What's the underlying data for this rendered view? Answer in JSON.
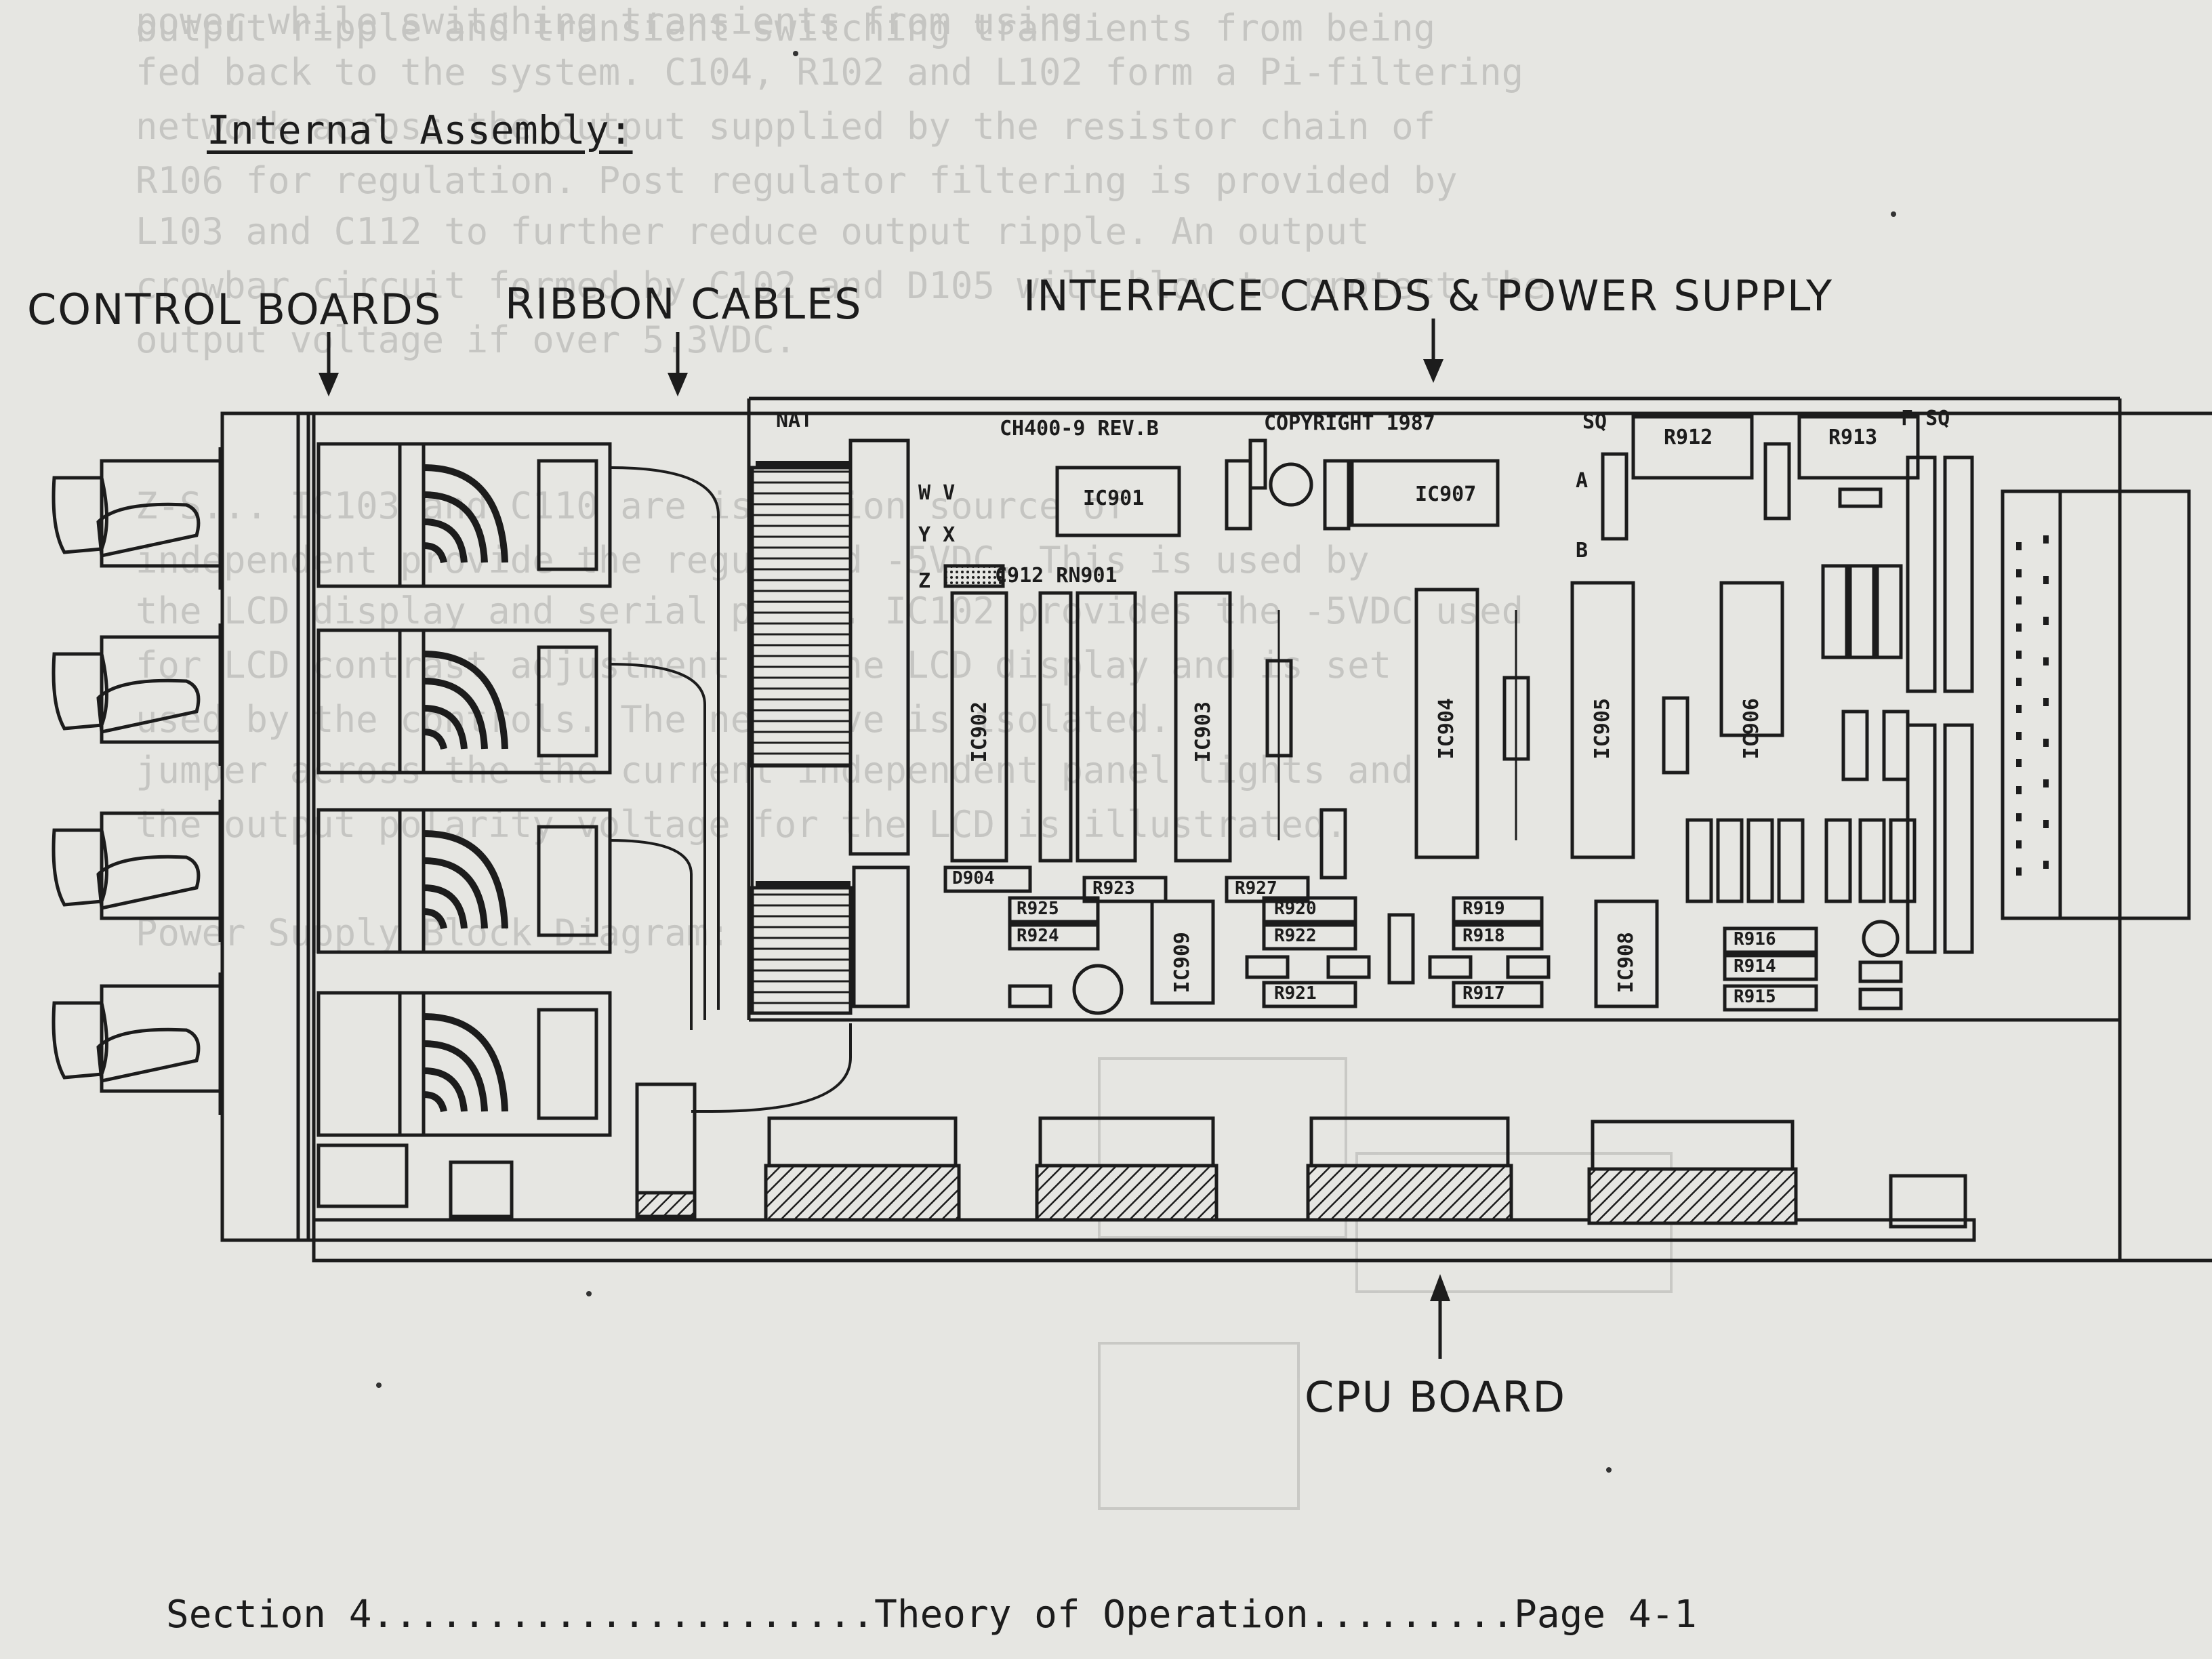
{
  "heading": "Internal Assembly:",
  "callouts": {
    "control_boards": "CONTROL BOARDS",
    "ribbon_cables": "RIBBON CABLES",
    "interface_power": "INTERFACE CARDS & POWER SUPPLY",
    "cpu_board": "CPU BOARD"
  },
  "pcb": {
    "nat": "NAT",
    "model": "CH400-9 REV.B",
    "copyright": "COPYRIGHT 1987",
    "sq_1": "SQ",
    "f_sq": "F SQ",
    "r912": "R912",
    "r913": "R913",
    "ic901": "IC901",
    "ic907": "IC907",
    "a": "A",
    "b": "B",
    "wv": "W V",
    "yx": "Y X",
    "z": "Z",
    "c912_rn901": "C912 RN901",
    "ic902": "IC902",
    "ic903": "IC903",
    "ic904": "IC904",
    "ic905": "IC905",
    "ic906": "IC906",
    "ic908": "IC908",
    "ic909": "IC909",
    "r925": "R925",
    "r924": "R924",
    "r923": "R923",
    "r927": "R927",
    "r920": "R920",
    "r922": "R922",
    "r921": "R921",
    "r919": "R919",
    "r918": "R918",
    "r917": "R917",
    "r916": "R916",
    "r914": "R914",
    "r915": "R915",
    "d904": "D904"
  },
  "ghost_text": [
    "power while switching transients from using",
    "output ripple and transient switching transients from being",
    "fed back to the system.  C104, R102 and L102 form a Pi-filtering",
    "network across the output supplied by the resistor chain of",
    "R106 for regulation.  Post regulator filtering is provided by",
    "L103 and C112 to further reduce output ripple.  An output",
    "crowbar circuit formed by C102 and D105 will blow to protect the",
    "output voltage if over 5.3VDC.",
    "Z-S...  IC103 and C110 are isolation source of",
    "independent provide the regulated -5VDC.  This is used by",
    "the LCD display and serial ports.  IC102 provides the -5VDC used",
    "for LCD contrast adjustment of the LCD display and is set",
    "used by the controls.  The negative is isolated.",
    "jumper across the the current independent panel lights and",
    "the output polarity voltage for the LCD is illustrated.",
    "Power Supply Block Diagram:"
  ],
  "footer": "Section 4......................Theory of Operation.........Page 4-1",
  "colors": {
    "paper": "#e6e6e2",
    "ink": "#1c1c1c",
    "bleed": "#444444"
  },
  "icons": [
    "down-arrow-icon",
    "up-arrow-icon"
  ]
}
